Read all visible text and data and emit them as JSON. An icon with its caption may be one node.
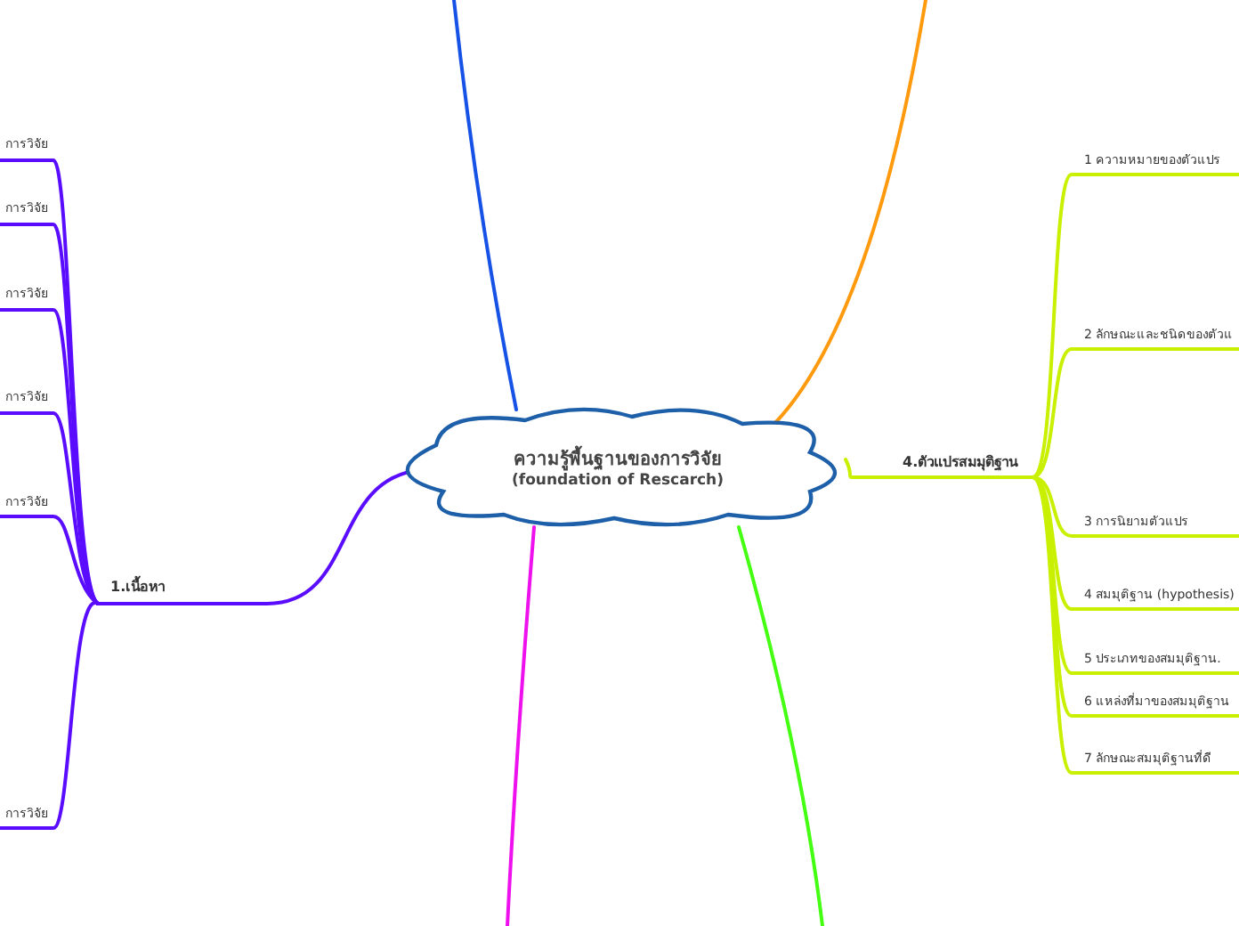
{
  "diagram": {
    "nodes": [
      {
        "text": [
          "ความรู้พื้นฐานของการวิจัย",
          "(foundation of Rescarch)"
        ]
      },
      {
        "text": [
          "1.เนื้อหา"
        ]
      },
      {
        "text": [
          "การวิจัย"
        ]
      },
      {
        "text": [
          "การวิจัย"
        ]
      },
      {
        "text": [
          "การวิจัย"
        ]
      },
      {
        "text": [
          "การวิจัย"
        ]
      },
      {
        "text": [
          "การวิจัย"
        ]
      },
      {
        "text": [
          "การวิจัย"
        ]
      },
      {
        "text": [
          "4.ตัวแปรสมมุติฐาน"
        ]
      },
      {
        "text": [
          "1 ความหมายของตัวแปร"
        ]
      },
      {
        "text": [
          "2  ลักษณะและชนิดของตัวแ"
        ]
      },
      {
        "text": [
          "3 การนิยามตัวแปร"
        ]
      },
      {
        "text": [
          "4 สมมุติฐาน (hypothesis)"
        ]
      },
      {
        "text": [
          "5 ประเภทของสมมุติฐาน."
        ]
      },
      {
        "text": [
          "6 แหล่งที่มาของสมมุติฐาน"
        ]
      },
      {
        "text": [
          "7 ลักษณะสมมุติฐานที่ดี"
        ]
      }
    ],
    "edges": [
      {
        "from": 0,
        "to": 1,
        "arrow": "none",
        "color": "#5a0cff"
      },
      {
        "from": 1,
        "to": 2,
        "arrow": "none",
        "color": "#5a0cff"
      },
      {
        "from": 1,
        "to": 3,
        "arrow": "none",
        "color": "#5a0cff"
      },
      {
        "from": 1,
        "to": 4,
        "arrow": "none",
        "color": "#5a0cff"
      },
      {
        "from": 1,
        "to": 5,
        "arrow": "none",
        "color": "#5a0cff"
      },
      {
        "from": 1,
        "to": 6,
        "arrow": "none",
        "color": "#5a0cff"
      },
      {
        "from": 1,
        "to": 7,
        "arrow": "none",
        "color": "#5a0cff"
      },
      {
        "from": 0,
        "to": 8,
        "arrow": "none"
      },
      {
        "from": 8,
        "to": 9,
        "arrow": "none"
      },
      {
        "from": 8,
        "to": 10,
        "arrow": "none"
      },
      {
        "from": 8,
        "to": 11,
        "arrow": "none"
      },
      {
        "from": 8,
        "to": 12,
        "arrow": "none"
      },
      {
        "from": 8,
        "to": 13,
        "arrow": "none"
      },
      {
        "from": 8,
        "to": 14,
        "arrow": "none"
      },
      {
        "from": 8,
        "to": 15,
        "arrow": "none"
      },
      {
        "from": 0,
        "to": null,
        "arrow": "none",
        "color": "#1652e6"
      },
      {
        "from": 0,
        "to": null,
        "arrow": "none",
        "color": "#ff9a0e"
      },
      {
        "from": 0,
        "to": null,
        "arrow": "none",
        "color": "#ee11ee"
      },
      {
        "from": 0,
        "to": null,
        "arrow": "none",
        "color": "#44ff11"
      }
    ]
  }
}
